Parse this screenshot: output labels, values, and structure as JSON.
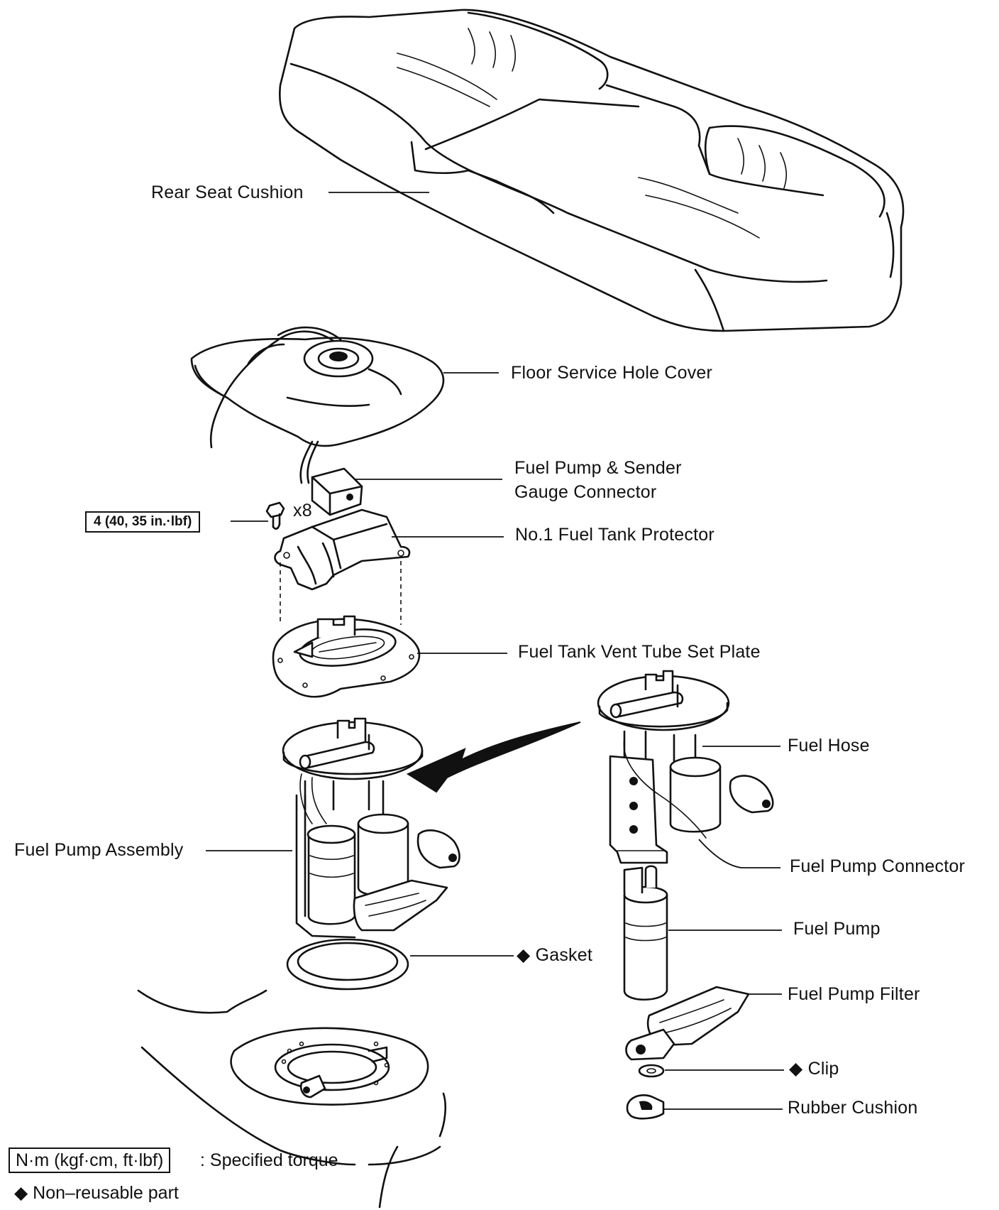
{
  "labels": {
    "rear_seat_cushion": "Rear Seat Cushion",
    "floor_service_hole_cover": "Floor Service Hole Cover",
    "fuel_pump_sender_connector_line1": "Fuel Pump & Sender",
    "fuel_pump_sender_connector_line2": "Gauge Connector",
    "no1_fuel_tank_protector": "No.1 Fuel Tank Protector",
    "fuel_tank_vent_tube_set_plate": "Fuel Tank Vent Tube Set Plate",
    "fuel_hose": "Fuel Hose",
    "fuel_pump_assembly": "Fuel Pump Assembly",
    "fuel_pump_connector": "Fuel Pump Connector",
    "fuel_pump": "Fuel Pump",
    "gasket": "◆ Gasket",
    "fuel_pump_filter": "Fuel Pump Filter",
    "clip": "◆ Clip",
    "rubber_cushion": "Rubber Cushion"
  },
  "torque": {
    "value": "4 (40, 35 in.·lbf)",
    "bolt_count": "x8"
  },
  "legend": {
    "torque_unit": "N·m (kgf·cm, ft·lbf)",
    "torque_desc": ": Specified torque",
    "non_reusable": "◆ Non–reusable part"
  }
}
